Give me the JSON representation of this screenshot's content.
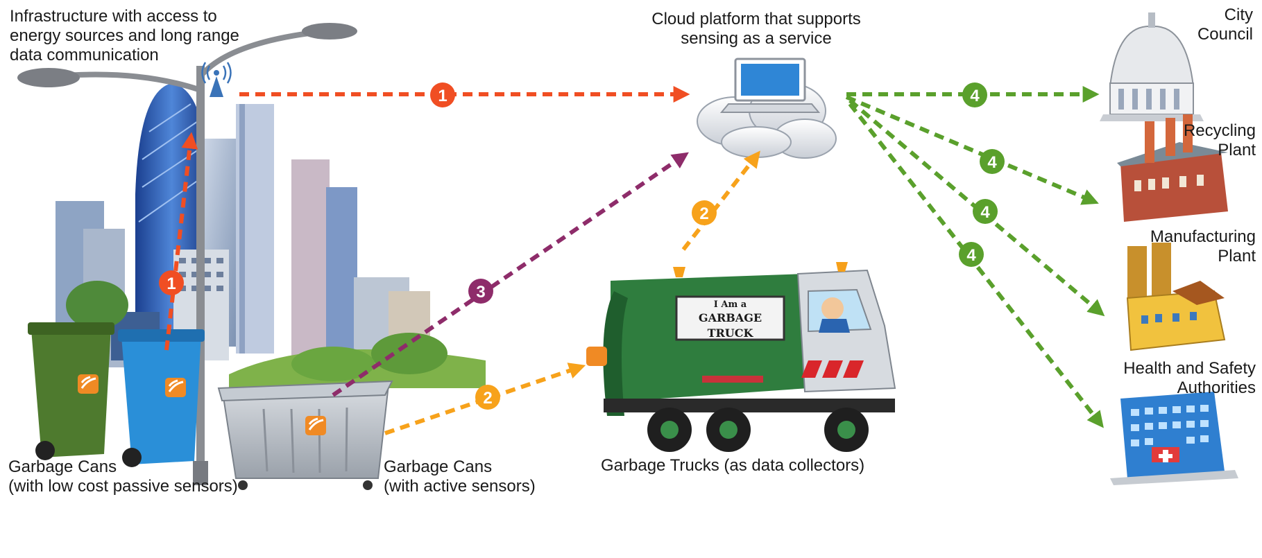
{
  "labels": {
    "infrastructure": [
      "Infrastructure with access to",
      "energy sources and long range",
      "data communication"
    ],
    "cloud": [
      "Cloud platform that supports",
      "sensing as a service"
    ],
    "passive_cans": [
      "Garbage Cans",
      "(with low cost passive sensors)"
    ],
    "active_cans": [
      "Garbage Cans",
      "(with active sensors)"
    ],
    "trucks": "Garbage Trucks (as data collectors)",
    "truck_sign": [
      "I Am a",
      "GARBAGE TRUCK"
    ],
    "city_council": [
      "City",
      "Council"
    ],
    "recycling": [
      "Recycling",
      "Plant"
    ],
    "manufacturing": [
      "Manufacturing",
      "Plant"
    ],
    "health": [
      "Health and Safety",
      "Authorities"
    ]
  },
  "flows": {
    "step1": "1",
    "step2": "2",
    "step3": "3",
    "step4": "4"
  },
  "colors": {
    "flow1": "#f04e23",
    "flow2": "#f7a21b",
    "flow3": "#8e2c6a",
    "flow4": "#5aa02c"
  },
  "icons": [
    "wifi-antenna-icon",
    "sensor-signal-icon",
    "laptop-icon",
    "cloud-icon",
    "garbage-truck-icon",
    "street-lamp-icon",
    "city-hall-icon",
    "factory-icon",
    "hospital-icon"
  ]
}
